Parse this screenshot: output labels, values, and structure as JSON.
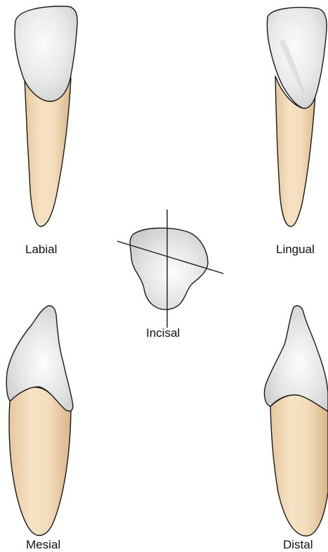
{
  "views": {
    "labial": "Labial",
    "lingual": "Lingual",
    "incisal": "Incisal",
    "mesial": "Mesial",
    "distal": "Distal"
  },
  "colors": {
    "crown_enamel": "#e6e6e6",
    "crown_highlight": "#fafafa",
    "crown_shadow": "#c4c4c4",
    "root": "#f2d9b5",
    "root_shadow": "#d8b88e",
    "outline": "#1a1a1a",
    "background": "#ffffff"
  }
}
